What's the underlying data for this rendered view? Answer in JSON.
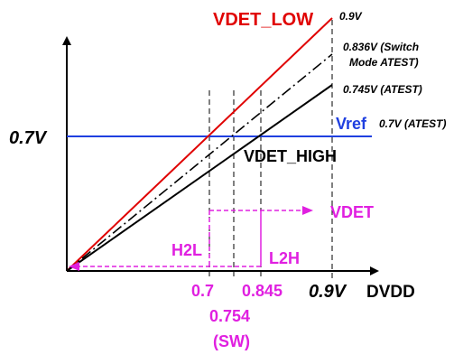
{
  "labels": {
    "vdet_low": "VDET_LOW",
    "vdet_high": "VDET_HIGH",
    "vref": "Vref",
    "vdet": "VDET",
    "h2l": "H2L",
    "l2h": "L2H",
    "y_tick": "0.7V",
    "x_axis": "DVDD",
    "end_09": "0.9V",
    "end_0836_line1": "0.836V (Switch",
    "end_0836_line2": "Mode ATEST)",
    "end_0745": "0.745V (ATEST)",
    "vref_note": "0.7V (ATEST)",
    "x_07": "0.7",
    "x_0845": "0.845",
    "x_09": "0.9V",
    "x_0754": "0.754",
    "x_sw": "(SW)"
  },
  "colors": {
    "vdet_low": "#e00000",
    "vdet_high": "#000000",
    "vref": "#1f3fe0",
    "vdet": "#e020e0"
  }
}
